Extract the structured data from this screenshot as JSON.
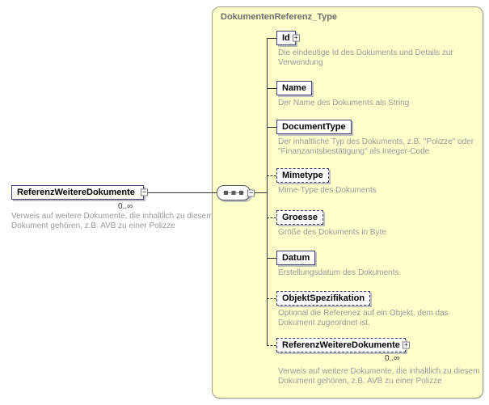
{
  "diagram": {
    "title": "DokumentenReferenz_Type",
    "icons": {
      "collapse": "−",
      "expand": "+"
    },
    "root": {
      "label": "ReferenzWeitereDokumente",
      "cardinality": "0..∞",
      "description": "Verweis auf weitere Dokumente, die inhaltlich zu diesem Dokument gehören, z.B. AVB zu einer Polizze"
    },
    "children": [
      {
        "label": "Id",
        "optional": false,
        "expandable": true,
        "description": "Die eindeutige Id des Dokuments und Details zur Verwendung"
      },
      {
        "label": "Name",
        "optional": false,
        "description": "Der Name des Dokuments als String"
      },
      {
        "label": "DocumentType",
        "optional": false,
        "description": "Der inhaltliche Typ des Dokuments, z.B. \"Polizze\" oder \"Finanzamtsbestätigung\" als Integer-Code"
      },
      {
        "label": "Mimetype",
        "optional": true,
        "description": "Mime-Type des Dokuments"
      },
      {
        "label": "Groesse",
        "optional": true,
        "description": "Größe des Dokuments in Byte"
      },
      {
        "label": "Datum",
        "optional": false,
        "description": "Erstellungsdatum des Dokuments"
      },
      {
        "label": "ObjektSpezifikation",
        "optional": true,
        "description": "Optional die Referenez auf ein Objekt, dem das Dokument zugeordnet ist."
      },
      {
        "label": "ReferenzWeitereDokumente",
        "optional": true,
        "expandable": true,
        "cardinality": "0..∞",
        "description": "Verweis auf weitere Dokumente, die inhaltlich zu diesem Dokument gehören, z.B. AVB zu einer Polizze"
      }
    ]
  }
}
